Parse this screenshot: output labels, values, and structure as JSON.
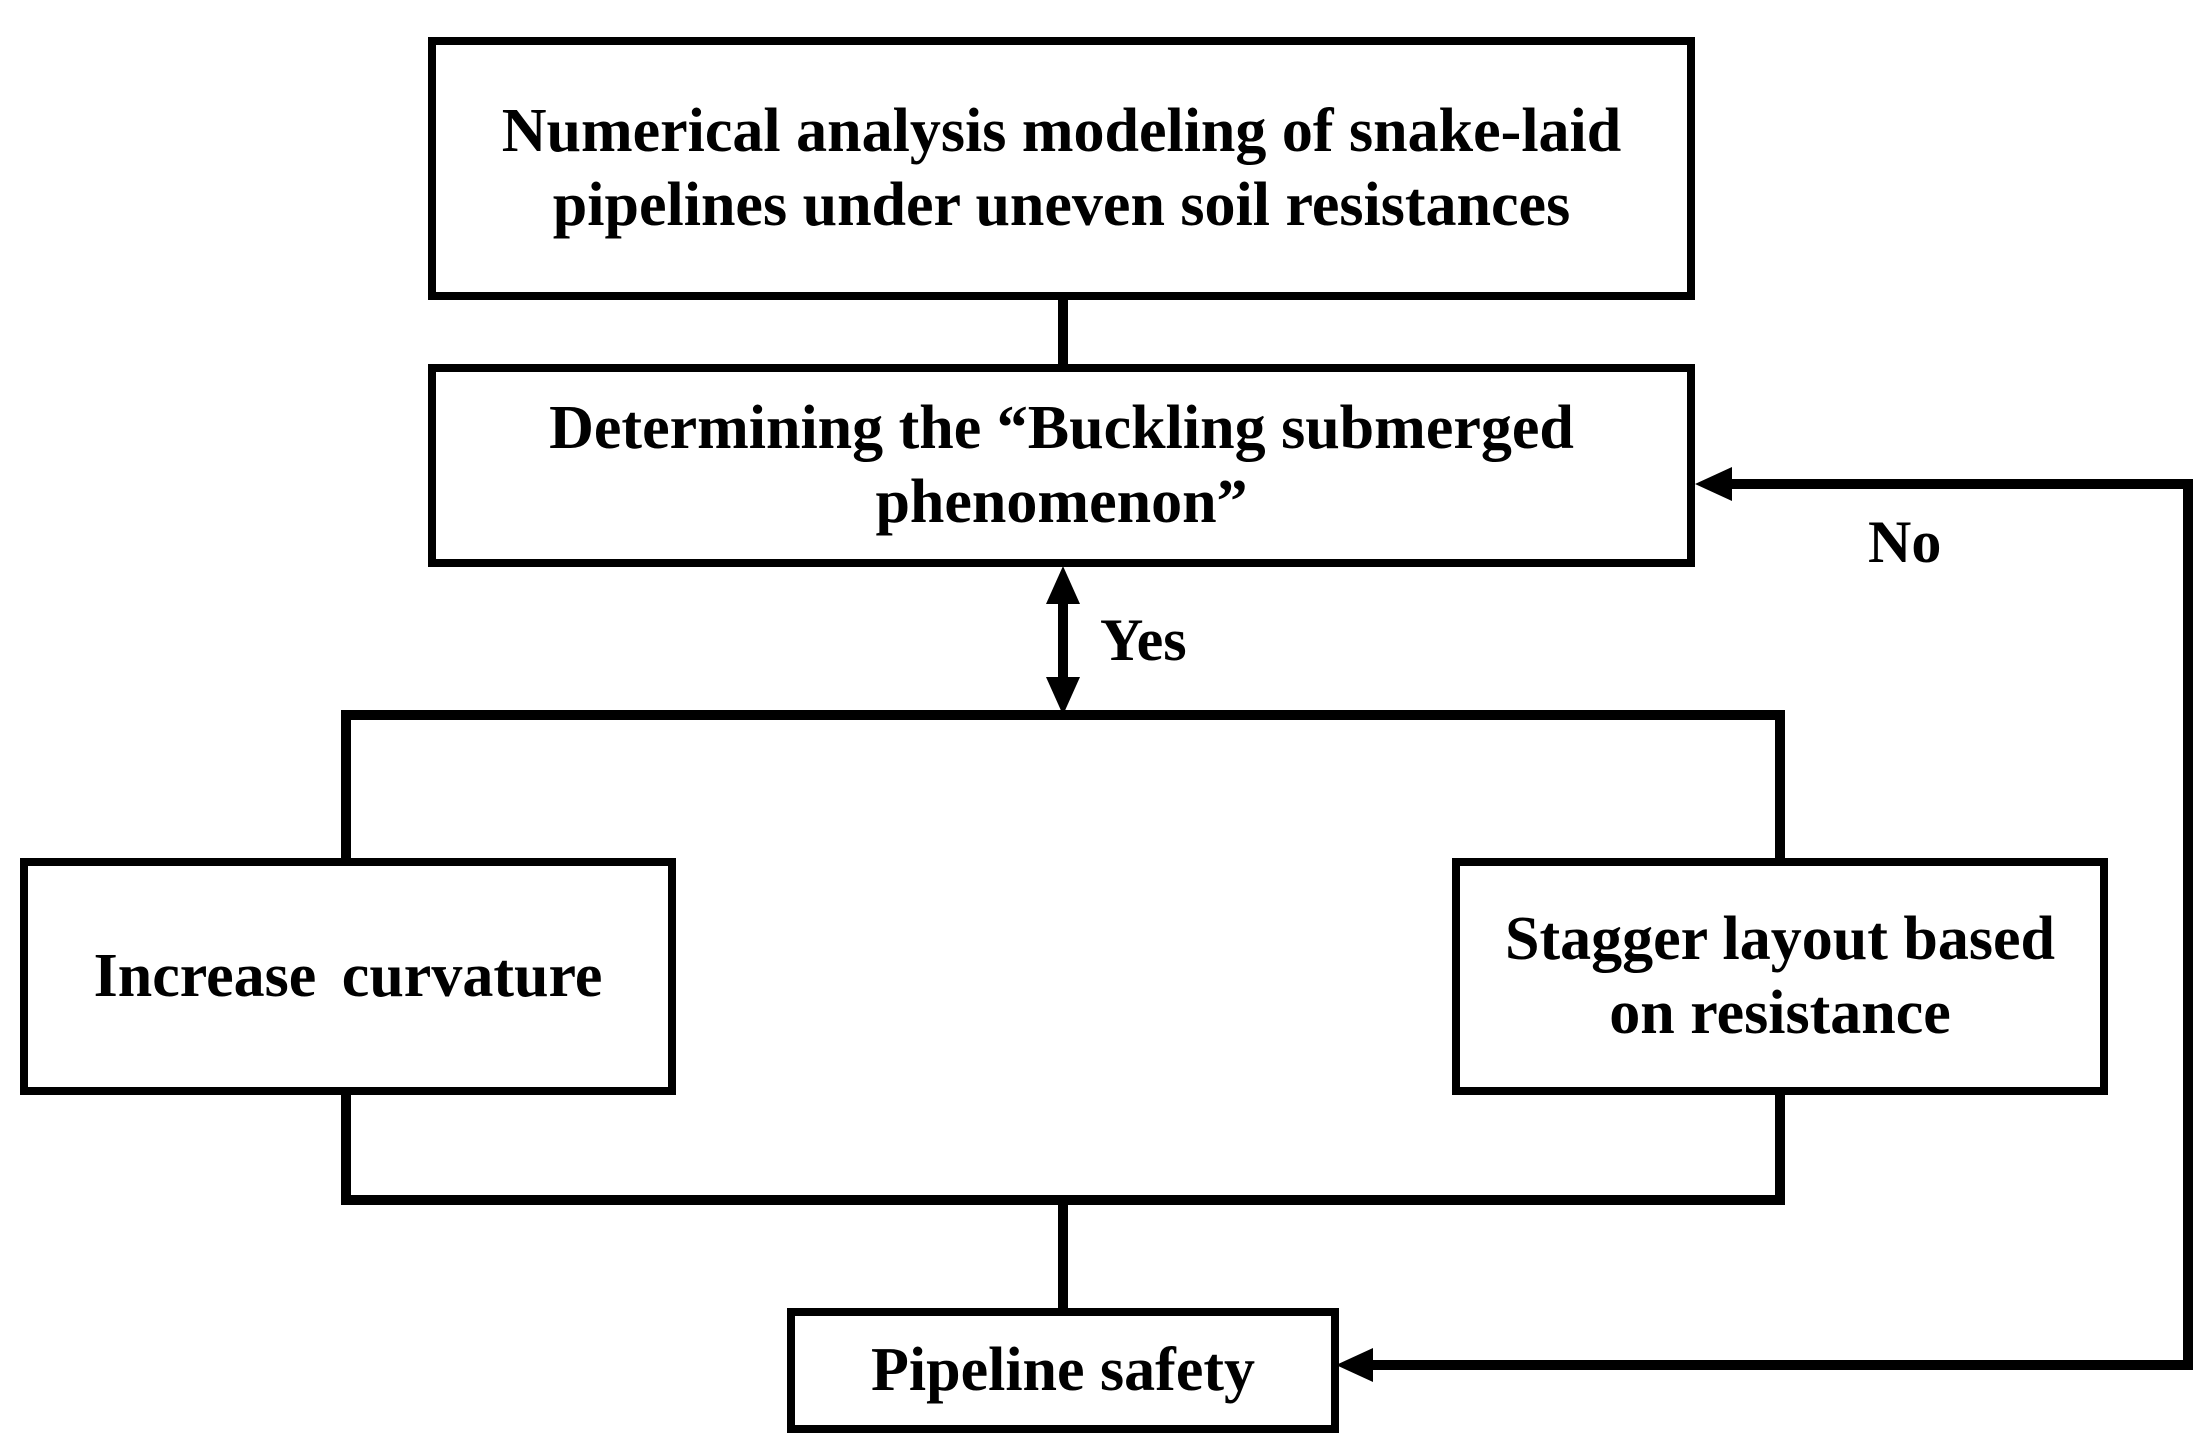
{
  "nodes": {
    "modeling": "Numerical analysis modeling of snake-laid pipelines under uneven soil resistances",
    "determining": "Determining the “Buckling submerged phenomenon”",
    "curvature": "Increase curvature",
    "stagger": "Stagger layout based on resistance",
    "safety": "Pipeline safety"
  },
  "edges": {
    "yes_label": "Yes",
    "no_label": "No"
  },
  "colors": {
    "stroke": "#000000",
    "background": "#ffffff"
  }
}
